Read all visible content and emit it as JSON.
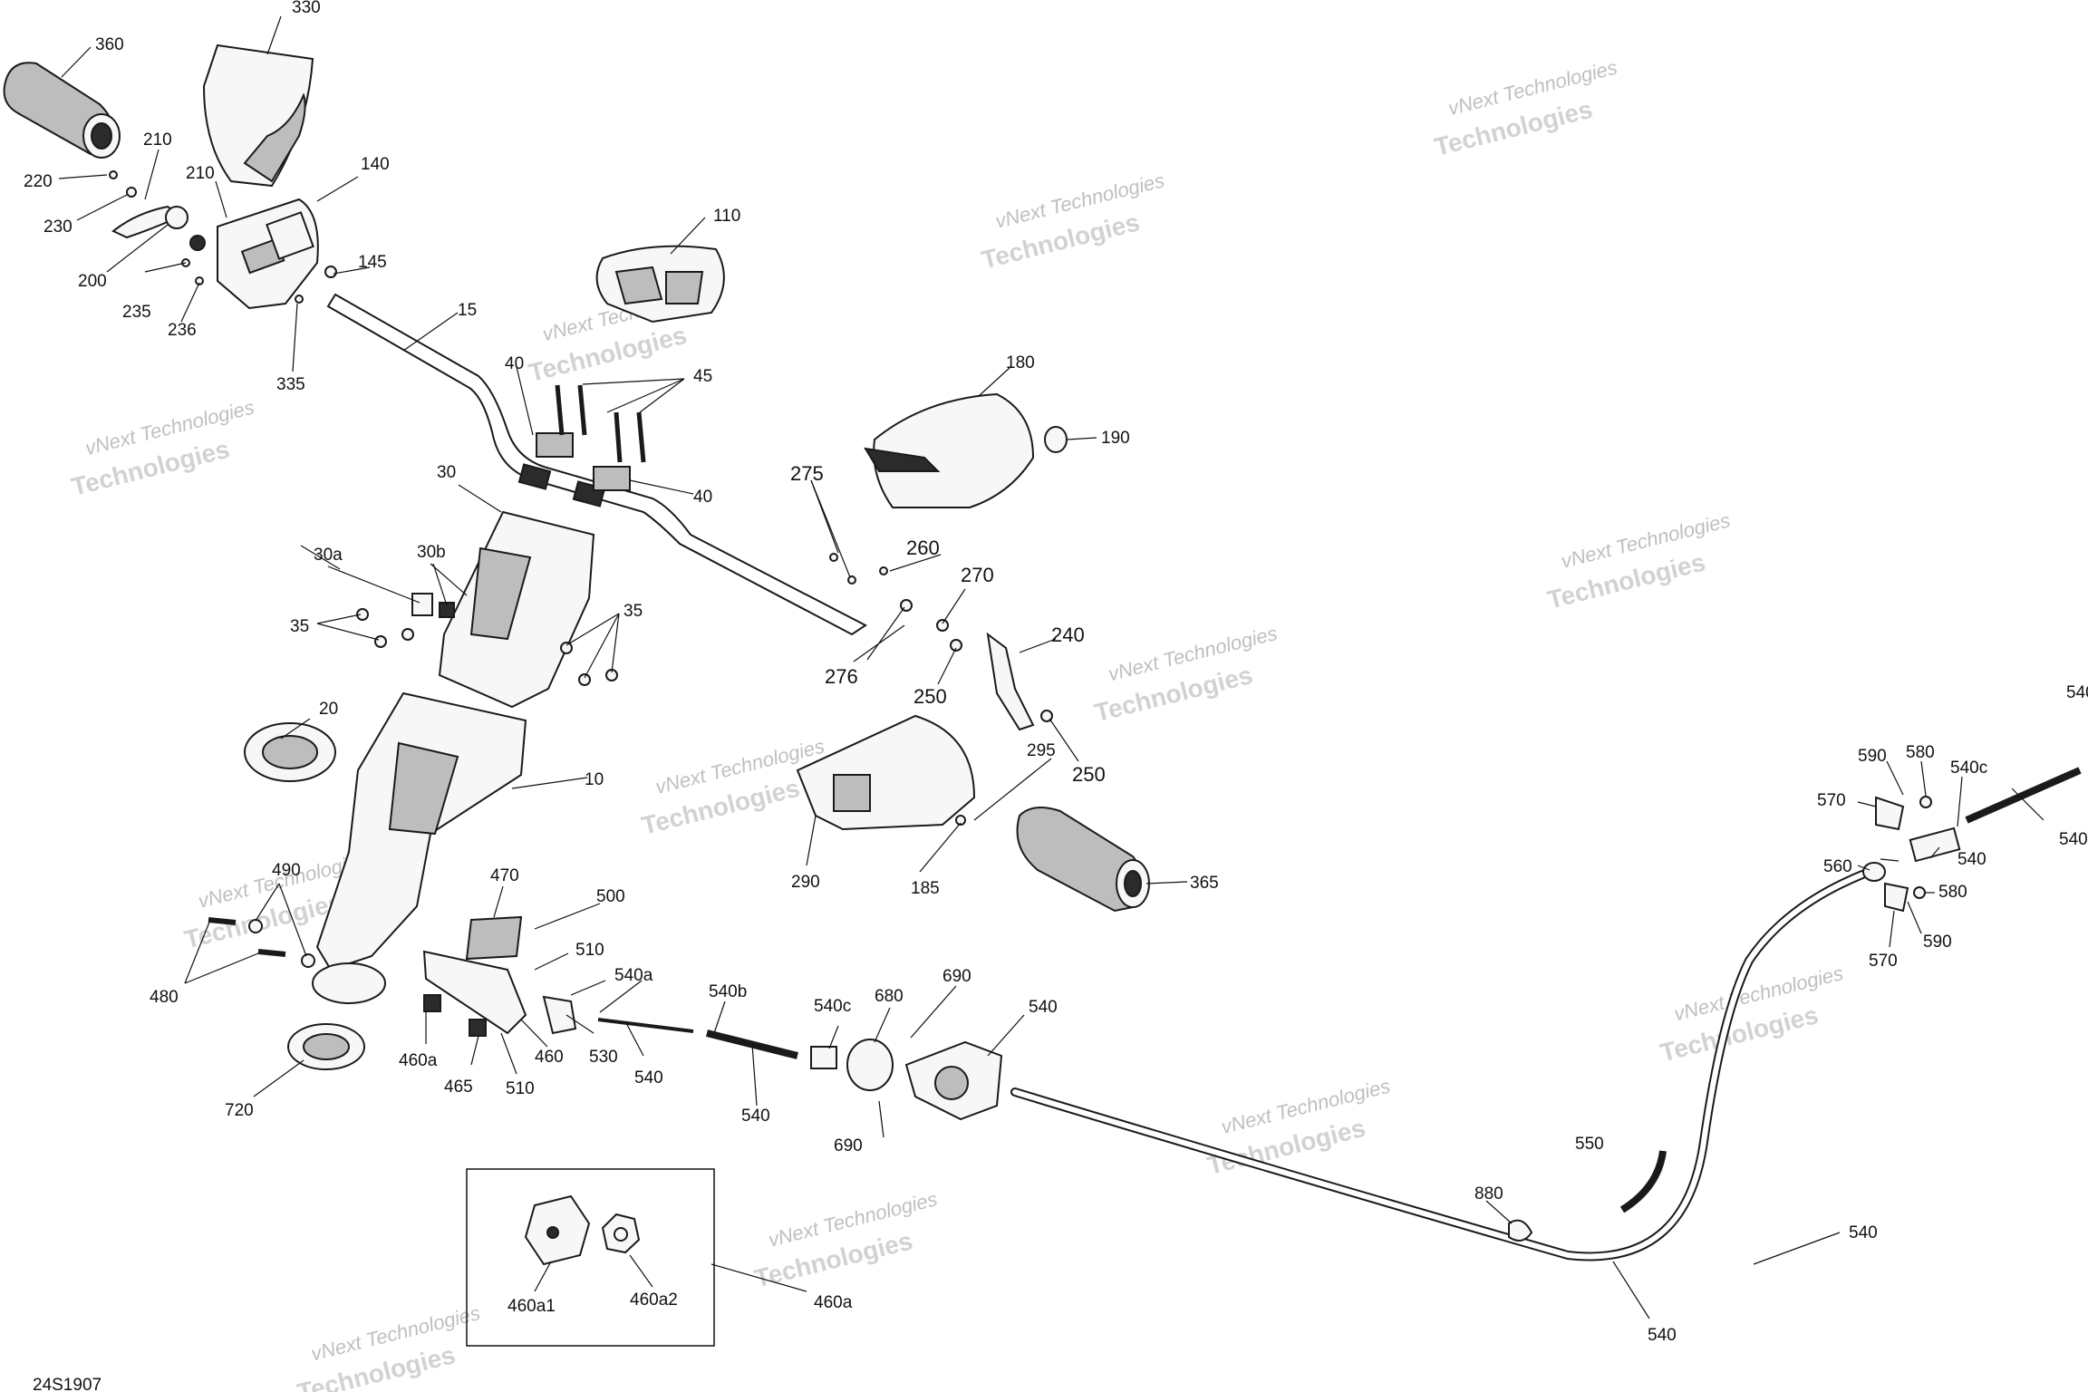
{
  "diagram_id": "24S1907",
  "watermark": {
    "line1": "vNext Technologies",
    "line2": "vNext",
    "line3": "Technologies"
  },
  "callouts": {
    "c10": "10",
    "c15": "15",
    "c20": "20",
    "c30": "30",
    "c30a": "30a",
    "c30b": "30b",
    "c35a": "35",
    "c35b": "35",
    "c40a": "40",
    "c40b": "40",
    "c45": "45",
    "c110": "110",
    "c140": "140",
    "c145": "145",
    "c180": "180",
    "c185": "185",
    "c190": "190",
    "c200": "200",
    "c210a": "210",
    "c210b": "210",
    "c220": "220",
    "c230": "230",
    "c235": "235",
    "c236": "236",
    "c240": "240",
    "c250a": "250",
    "c250b": "250",
    "c260": "260",
    "c270": "270",
    "c275": "275",
    "c276": "276",
    "c290": "290",
    "c295": "295",
    "c330": "330",
    "c335": "335",
    "c360": "360",
    "c365": "365",
    "c460": "460",
    "c460a": "460a",
    "c460a_b": "460a",
    "c460a1": "460a1",
    "c460a2": "460a2",
    "c465": "465",
    "c470": "470",
    "c480": "480",
    "c490": "490",
    "c500": "500",
    "c510a": "510",
    "c510b": "510",
    "c530": "530",
    "c540a": "540",
    "c540b": "540",
    "c540c": "540",
    "c540d": "540",
    "c540e": "540",
    "c540f": "540",
    "c540g": "540",
    "c540a_s": "540a",
    "c540b_s": "540b",
    "c540c_s": "540c",
    "c540c_s2": "540c",
    "c550": "550",
    "c560": "560",
    "c570a": "570",
    "c570b": "570",
    "c580a": "580",
    "c580b": "580",
    "c590a": "590",
    "c590b": "590",
    "c680": "680",
    "c690a": "690",
    "c690b": "690",
    "c720": "720",
    "c880": "880"
  }
}
